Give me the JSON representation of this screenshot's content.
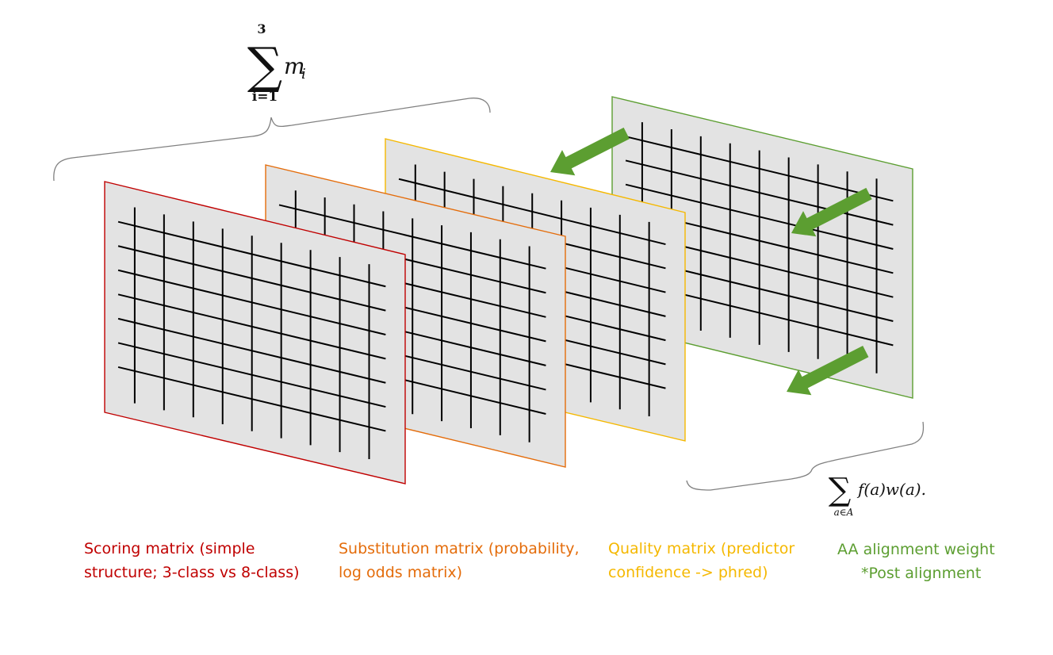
{
  "colors": {
    "scoring": "#c00000",
    "substitution": "#e46c0a",
    "quality": "#f5b800",
    "weight": "#5c9e31",
    "panel_fill": "#e3e3e3",
    "grid": "#000000",
    "brace": "#808080"
  },
  "formulas": {
    "sum_m": {
      "upper": "3",
      "sigma": "∑",
      "lower": "i=1",
      "term": "m",
      "term_sub": "i"
    },
    "sum_fw": {
      "sigma": "∑",
      "lower": "a∈A",
      "term": "f(a)w(a)."
    }
  },
  "layers": [
    {
      "id": "scoring",
      "line1": "Scoring matrix (simple",
      "line2": "structure; 3-class vs 8-class)"
    },
    {
      "id": "substitution",
      "line1": "Substitution matrix (probability,",
      "line2": "log odds matrix)"
    },
    {
      "id": "quality",
      "line1": "Quality matrix (predictor",
      "line2": "confidence -> phred)"
    },
    {
      "id": "weight",
      "line1": "AA alignment weight",
      "line2": "*Post alignment"
    }
  ],
  "icons": {
    "arrows": [
      "arrow-left-down-icon",
      "arrow-left-down-icon",
      "arrow-left-down-icon"
    ]
  }
}
